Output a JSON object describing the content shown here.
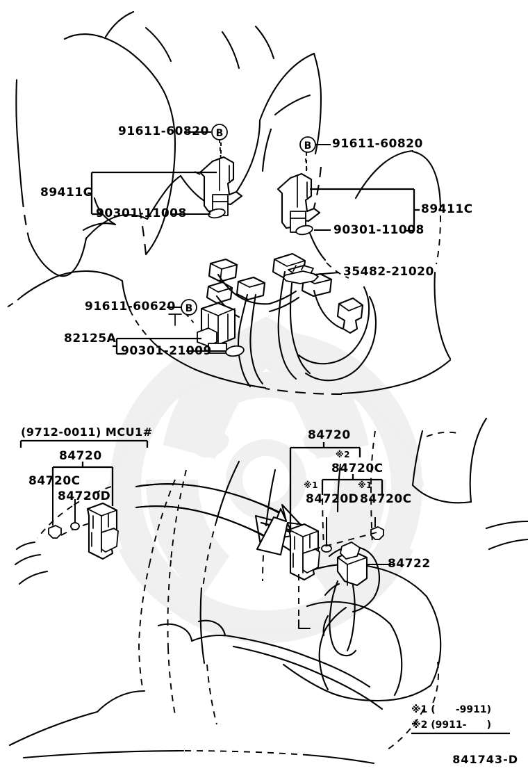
{
  "diagram": {
    "drawing_number": "841743-D",
    "title": "841743-D"
  },
  "engine_section": {
    "left_group": {
      "bolt_label": "91611-60820",
      "bolt_marker": "B",
      "assembly_label": "89411C",
      "oring_label": "90301-11008"
    },
    "right_group": {
      "bolt_label": "91611-60820",
      "bolt_marker": "B",
      "assembly_label": "89411C",
      "oring_label": "90301-11008"
    },
    "harness_group": {
      "bolt_label": "91611-60620",
      "bolt_marker": "B",
      "assembly_label": "82125A",
      "oring_label": "90301-21009",
      "clip_label": "35482-21020"
    }
  },
  "console_section": {
    "left_group": {
      "range_label": "(9712-0011) MCU1#",
      "switch_label": "84720",
      "part_c_label": "84720C",
      "part_d_label": "84720D"
    },
    "right_group": {
      "switch_label": "84720",
      "mark2": "※2",
      "part_c_top_label": "84720C",
      "mark1_left": "※1",
      "mark1_right": "※1",
      "part_d_label": "84720D",
      "part_c_label": "84720C"
    },
    "knob_label": "84722"
  },
  "footnotes": {
    "note1": "※1 (      -9911)",
    "note2": "※2 (9911-      )"
  }
}
